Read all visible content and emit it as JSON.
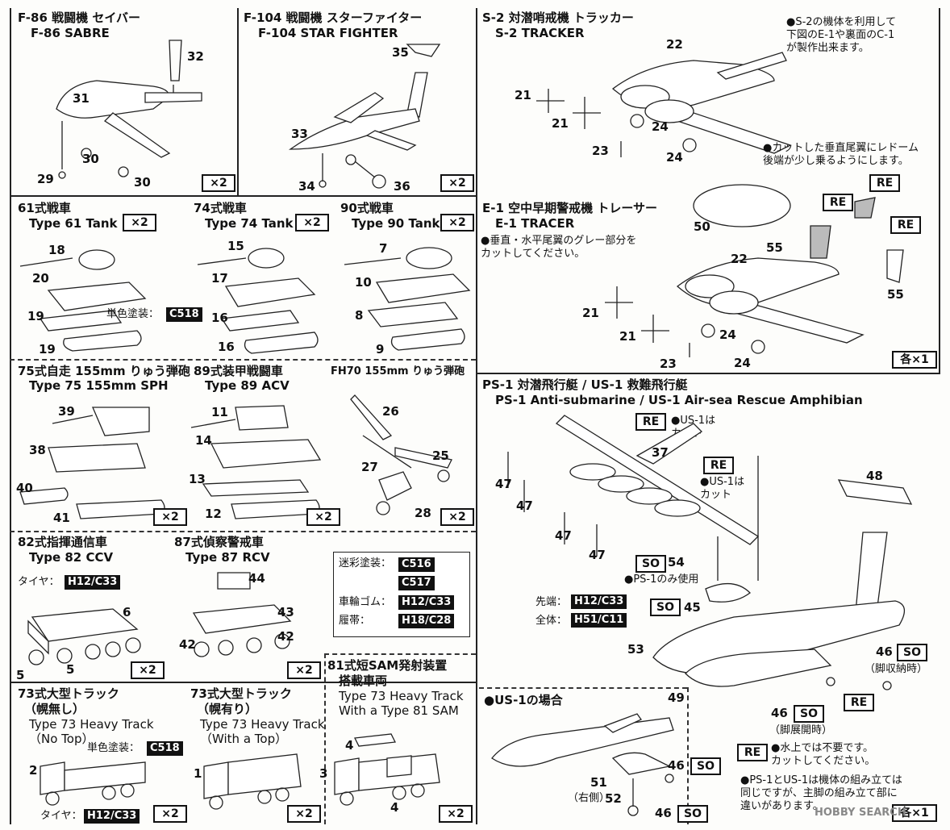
{
  "sections": {
    "f86": {
      "jp": "F-86 戦闘機 セイバー",
      "en": "F-86 SABRE",
      "qty": "×2",
      "parts": [
        "32",
        "31",
        "30",
        "29",
        "30"
      ]
    },
    "f104": {
      "jp": "F-104 戦闘機 スターファイター",
      "en": "F-104 STAR FIGHTER",
      "qty": "×2",
      "parts": [
        "35",
        "33",
        "34",
        "36"
      ]
    },
    "s2": {
      "jp": "S-2 対潜哨戒機 トラッカー",
      "en": "S-2 TRACKER",
      "note": "●S-2の機体を利用して\n下図のE-1や裏面のC-1\nが製作出来ます。",
      "parts": [
        "22",
        "21",
        "21",
        "24",
        "23",
        "24"
      ]
    },
    "e1": {
      "jp": "E-1 空中早期警戒機 トレーサー",
      "en": "E-1 TRACER",
      "note": "●垂直・水平尾翼のグレー部分を\nカットしてください。",
      "note2": "●カットした垂直尾翼にレドーム\n後端が少し乗るようにします。",
      "re": "RE",
      "qty": "各×1",
      "parts": [
        "50",
        "55",
        "22",
        "55",
        "21",
        "21",
        "24",
        "23",
        "24"
      ]
    },
    "t61": {
      "jp": "61式戦車",
      "en": "Type 61 Tank",
      "qty": "×2",
      "paint_label": "単色塗装：",
      "paint": "C518",
      "parts": [
        "18",
        "20",
        "19",
        "19"
      ]
    },
    "t74": {
      "jp": "74式戦車",
      "en": "Type 74 Tank",
      "qty": "×2",
      "parts": [
        "15",
        "17",
        "16",
        "16"
      ]
    },
    "t90": {
      "jp": "90式戦車",
      "en": "Type 90 Tank",
      "qty": "×2",
      "parts": [
        "7",
        "10",
        "8",
        "9"
      ]
    },
    "t75": {
      "jp": "75式自走 155mm りゅう弾砲",
      "en": "Type 75 155mm SPH",
      "parts": [
        "39",
        "38",
        "40",
        "41"
      ],
      "qty": "×2"
    },
    "t89": {
      "jp": "89式装甲戦闘車",
      "en": "Type 89 ACV",
      "qty": "×2",
      "parts": [
        "11",
        "14",
        "13",
        "12"
      ]
    },
    "fh70": {
      "jp": "FH70 155mm りゅう弾砲",
      "qty": "×2",
      "parts": [
        "26",
        "25",
        "27",
        "28"
      ]
    },
    "t82": {
      "jp": "82式指揮通信車",
      "en": "Type 82 CCV",
      "tire_label": "タイヤ：",
      "tire": "H12/C33",
      "qty": "×2",
      "parts": [
        "6",
        "5",
        "5"
      ]
    },
    "t87": {
      "jp": "87式偵察警戒車",
      "en": "Type 87 RCV",
      "qty": "×2",
      "parts": [
        "44",
        "43",
        "42",
        "42"
      ]
    },
    "legend": {
      "camo_label": "迷彩塗装：",
      "camo1": "C516",
      "camo2": "C517",
      "wheel_label": "車輪ゴム：",
      "wheel": "H12/C33",
      "track_label": "履帯：",
      "track": "H18/C28"
    },
    "t73a": {
      "jp": "73式大型トラック",
      "jp2": "（幌無し）",
      "en": "Type 73 Heavy Track",
      "en2": "（No Top）",
      "paint_label": "単色塗装：",
      "paint": "C518",
      "tire_label": "タイヤ：",
      "tire": "H12/C33",
      "qty": "×2",
      "parts": [
        "2"
      ]
    },
    "t73b": {
      "jp": "73式大型トラック",
      "jp2": "（幌有り）",
      "en": "Type 73 Heavy Track",
      "en2": "（With a Top）",
      "qty": "×2",
      "parts": [
        "1"
      ]
    },
    "t81": {
      "jp": "81式短SAM発射装置",
      "jp2": "搭載車両",
      "en": "Type 73 Heavy Track",
      "en2": "With a Type 81 SAM",
      "qty": "×2",
      "parts": [
        "4",
        "3",
        "4"
      ]
    },
    "ps1": {
      "jp": "PS-1 対潜飛行艇 / US-1 救難飛行艇",
      "en": "PS-1 Anti-submarine / US-1 Air-sea Rescue Amphibian",
      "re": "RE",
      "so": "SO",
      "us1cut1": "●US-1は\nカット",
      "us1cut2": "●US-1は\nカット",
      "ps1only": "●PS-1のみ使用",
      "tip_label": "先端：",
      "tip": "H12/C33",
      "body_label": "全体：",
      "body": "H51/C11",
      "retract": "（脚収納時）",
      "extend": "（脚展開時）",
      "water": "●水上では不要です。\nカットしてください。",
      "note": "●PS-1とUS-1は機体の組み立ては\n同じですが、主脚の組み立て部に\n違いがあります。",
      "qty": "各×1",
      "parts": [
        "37",
        "48",
        "47",
        "47",
        "47",
        "47",
        "54",
        "45",
        "53",
        "49",
        "46",
        "46"
      ]
    },
    "us1": {
      "title": "●US-1の場合",
      "right": "（右側）",
      "parts": [
        "46",
        "51",
        "52",
        "46"
      ]
    },
    "watermark": "HOBBY SEARCH"
  }
}
